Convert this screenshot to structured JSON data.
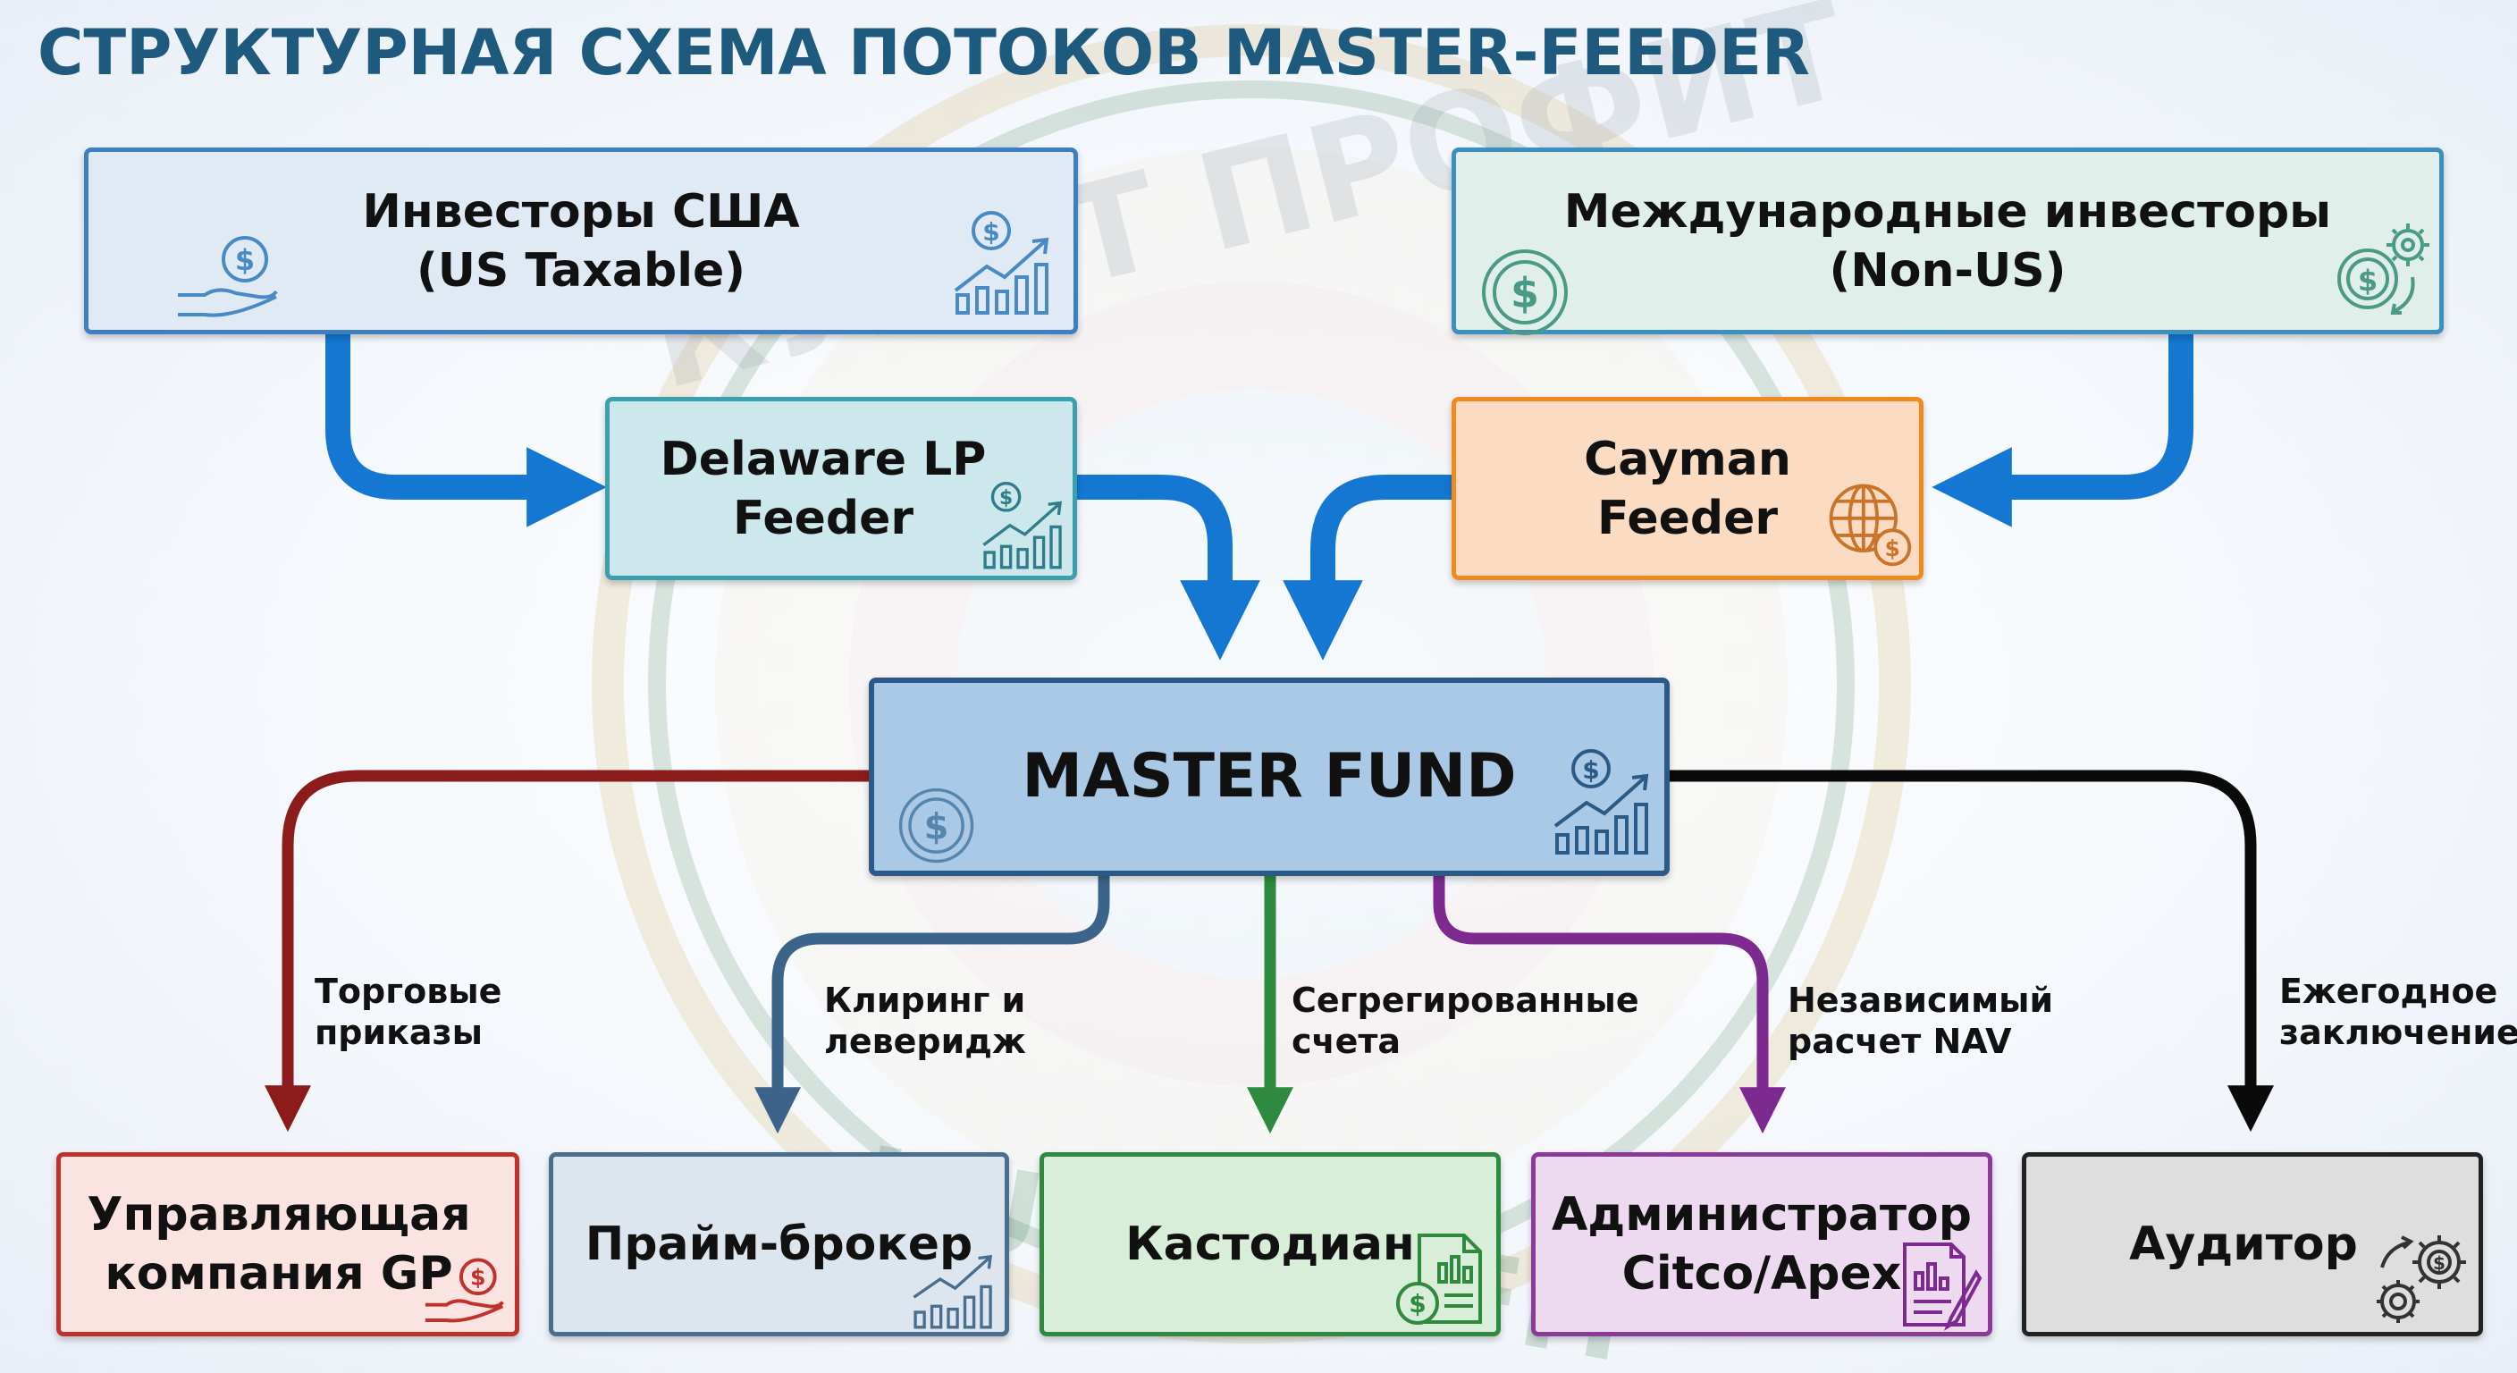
{
  "title": "СТРУКТУРНАЯ СХЕМА ПОТОКОВ MASTER-FEEDER",
  "watermark": {
    "top_text": "КУЛЬТ ПРОФИТ",
    "bottom_text": "KULTPROFIT"
  },
  "investors": {
    "us": {
      "line1": "Инвесторы США",
      "line2": "(US Taxable)"
    },
    "intl": {
      "line1": "Международные инвесторы",
      "line2": "(Non-US)"
    }
  },
  "feeders": {
    "delaware": {
      "line1": "Delaware LP",
      "line2": "Feeder"
    },
    "cayman": {
      "line1": "Cayman",
      "line2": "Feeder"
    }
  },
  "master": {
    "label": "MASTER FUND"
  },
  "flow_labels": {
    "trading": {
      "line1": "Торговые",
      "line2": "приказы"
    },
    "clearing": {
      "line1": "Клиринг и",
      "line2": "леверидж"
    },
    "segregated": {
      "line1": "Сегрегированные",
      "line2": "счета"
    },
    "nav": {
      "line1": "Независимый",
      "line2": "расчет NAV"
    },
    "annual": {
      "line1": "Ежегодное",
      "line2": "заключение"
    }
  },
  "providers": {
    "gp": {
      "line1": "Управляющая",
      "line2": "компания GP"
    },
    "prime": {
      "line1": "Прайм-брокер"
    },
    "custodian": {
      "line1": "Кастодиан"
    },
    "admin": {
      "line1": "Администратор",
      "line2": "Citco/Apex"
    },
    "auditor": {
      "line1": "Аудитор"
    }
  },
  "icons": {
    "us": [
      "hand-coin-icon",
      "chart-growth-icon"
    ],
    "intl": [
      "coin-icon",
      "coin-gear-icon"
    ],
    "delaware": "chart-growth-icon",
    "cayman": "globe-coin-icon",
    "master": [
      "coin-icon",
      "chart-growth-icon"
    ],
    "gp": "hand-coin-icon",
    "prime": "chart-growth-icon",
    "custodian": "document-coin-icon",
    "admin": "document-pen-icon",
    "auditor": "gears-icon"
  },
  "colors": {
    "title": "#1d5a7d",
    "arrow_blue": "#1478d2",
    "arrow_red": "#8c1c1c",
    "arrow_steel": "#3c648a",
    "arrow_green": "#2e8a3e",
    "arrow_purple": "#7d2a90",
    "arrow_black": "#0a0a0a",
    "us_fill": "#dfeaf5",
    "us_border": "#3d7fc0",
    "intl_fill": "#e0efea",
    "intl_border": "#3d8fbf",
    "delaware_fill": "#cde8ec",
    "delaware_border": "#3aa0ae",
    "cayman_fill": "#fbdcc2",
    "cayman_border": "#f18a1e",
    "master_fill": "#a9c9e6",
    "master_border": "#2c5a86",
    "gp_fill": "#fbe3e1",
    "gp_border": "#c0312b",
    "prime_fill": "#dde6ef",
    "prime_border": "#4a6e8e",
    "custodian_fill": "#d8eed9",
    "custodian_border": "#2f8a3f",
    "admin_fill": "#eedaf0",
    "admin_border": "#8c3a9a",
    "auditor_fill": "#dedede",
    "auditor_border": "#222222"
  }
}
